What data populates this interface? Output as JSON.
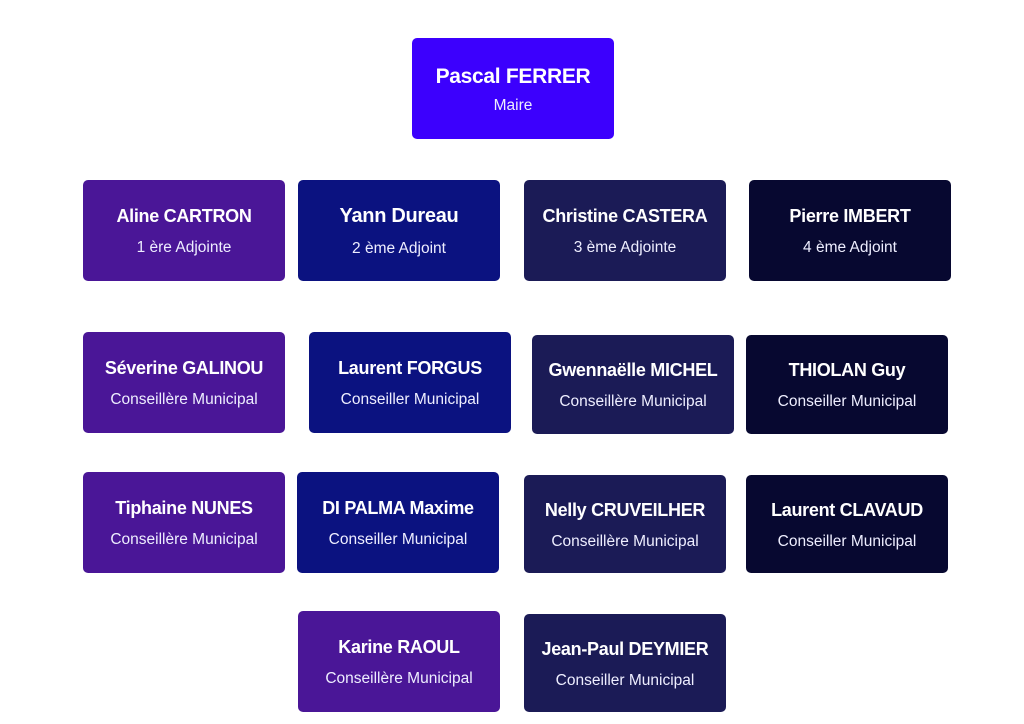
{
  "mayor": {
    "name": "Pascal FERRER",
    "role": "Maire"
  },
  "members": [
    {
      "name": "Aline CARTRON",
      "role": "1 ère Adjointe"
    },
    {
      "name": "Yann Dureau",
      "role": "2 ème Adjoint"
    },
    {
      "name": "Christine CASTERA",
      "role": "3 ème Adjointe"
    },
    {
      "name": "Pierre IMBERT",
      "role": "4 ème Adjoint"
    },
    {
      "name": "Séverine GALINOU",
      "role": "Conseillère Municipal"
    },
    {
      "name": "Laurent FORGUS",
      "role": "Conseiller Municipal"
    },
    {
      "name": "Gwennaëlle MICHEL",
      "role": "Conseillère Municipal"
    },
    {
      "name": "THIOLAN Guy",
      "role": "Conseiller Municipal"
    },
    {
      "name": "Tiphaine NUNES",
      "role": "Conseillère Municipal"
    },
    {
      "name": "DI PALMA Maxime",
      "role": "Conseiller Municipal"
    },
    {
      "name": "Nelly CRUVEILHER",
      "role": "Conseillère Municipal"
    },
    {
      "name": "Laurent CLAVAUD",
      "role": "Conseiller Municipal"
    },
    {
      "name": "Karine RAOUL",
      "role": "Conseillère Municipal"
    },
    {
      "name": "Jean-Paul DEYMIER",
      "role": "Conseiller Municipal"
    }
  ],
  "colors": {
    "mayor": "#3c00fd",
    "purple": "#4a1697",
    "navy": "#0b1280",
    "indigo": "#1b1b56",
    "midnight": "#070830"
  }
}
